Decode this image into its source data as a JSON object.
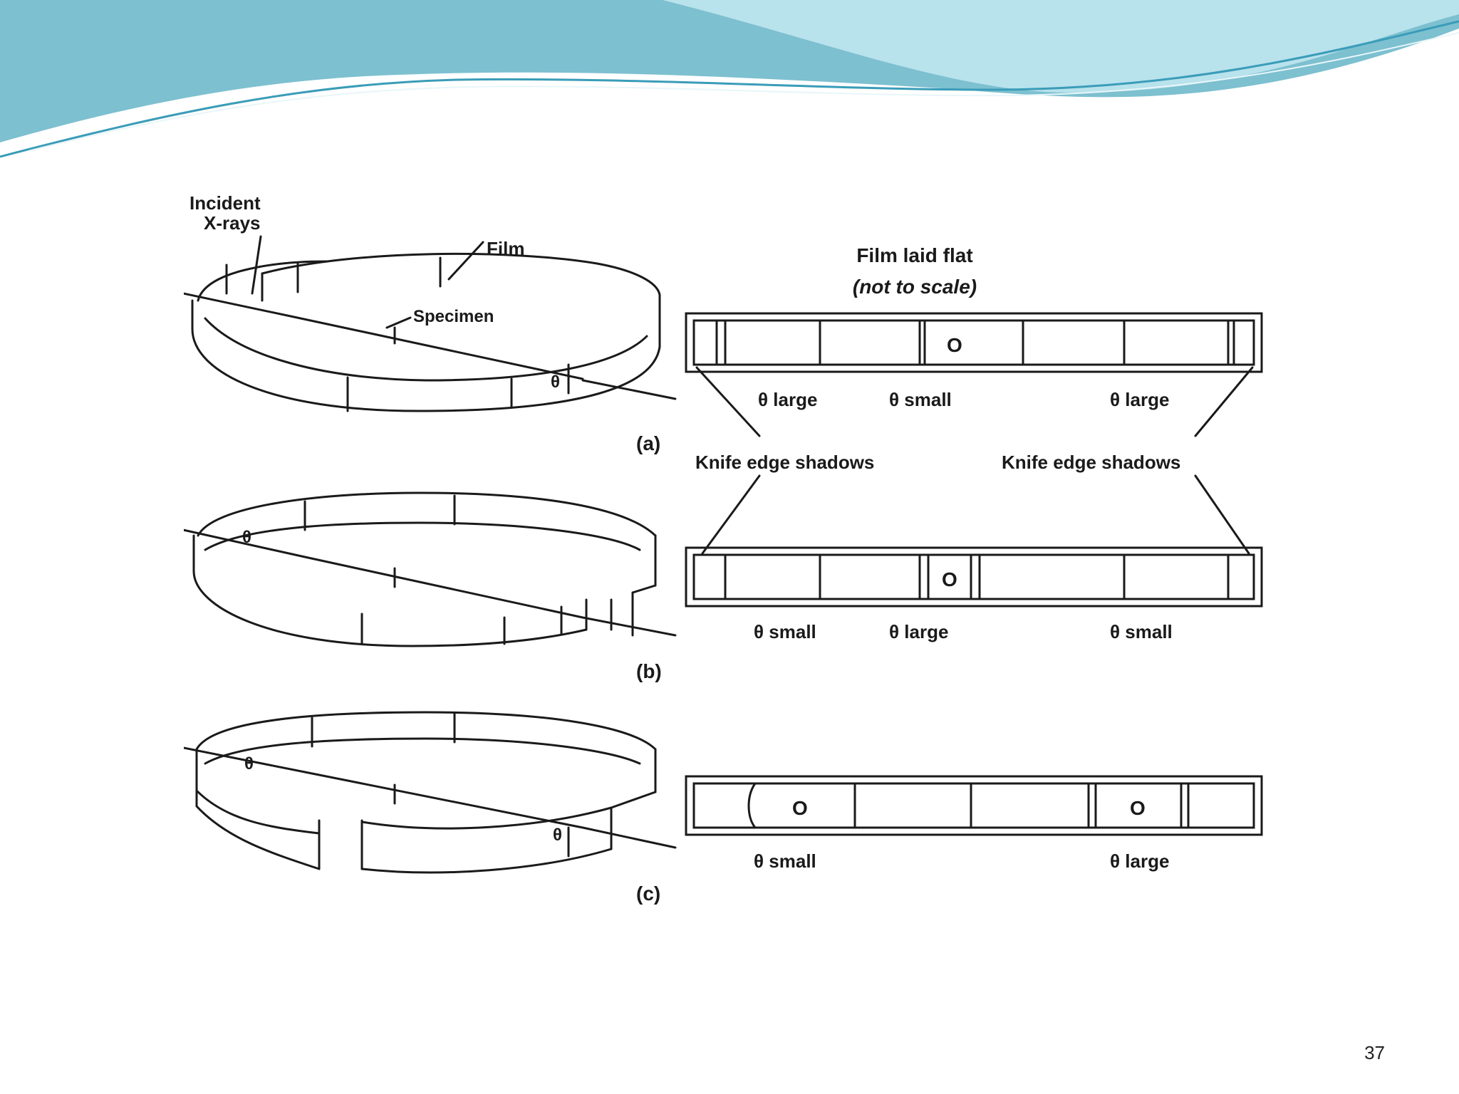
{
  "slide": {
    "page_number": "37"
  },
  "figure": {
    "labels": {
      "incident_line1": "Incident",
      "incident_line2": "X-rays",
      "film": "Film",
      "specimen": "Specimen",
      "film_laid_flat": "Film laid flat",
      "not_to_scale": "(not to scale)",
      "knife_edge_shadows": "Knife edge shadows",
      "theta": "θ",
      "circle_mark": "O"
    },
    "panels": [
      {
        "tag": "(a)",
        "flat_labels": [
          "θ large",
          "θ small",
          "θ large"
        ]
      },
      {
        "tag": "(b)",
        "flat_labels": [
          "θ small",
          "θ large",
          "θ small"
        ]
      },
      {
        "tag": "(c)",
        "flat_labels": [
          "θ small",
          "θ large"
        ]
      }
    ]
  },
  "colors": {
    "header_dark": "#7dc0d0",
    "header_light": "#b8e2ec",
    "header_line": "#3a9cb8",
    "ink": "#1a1a1a"
  }
}
